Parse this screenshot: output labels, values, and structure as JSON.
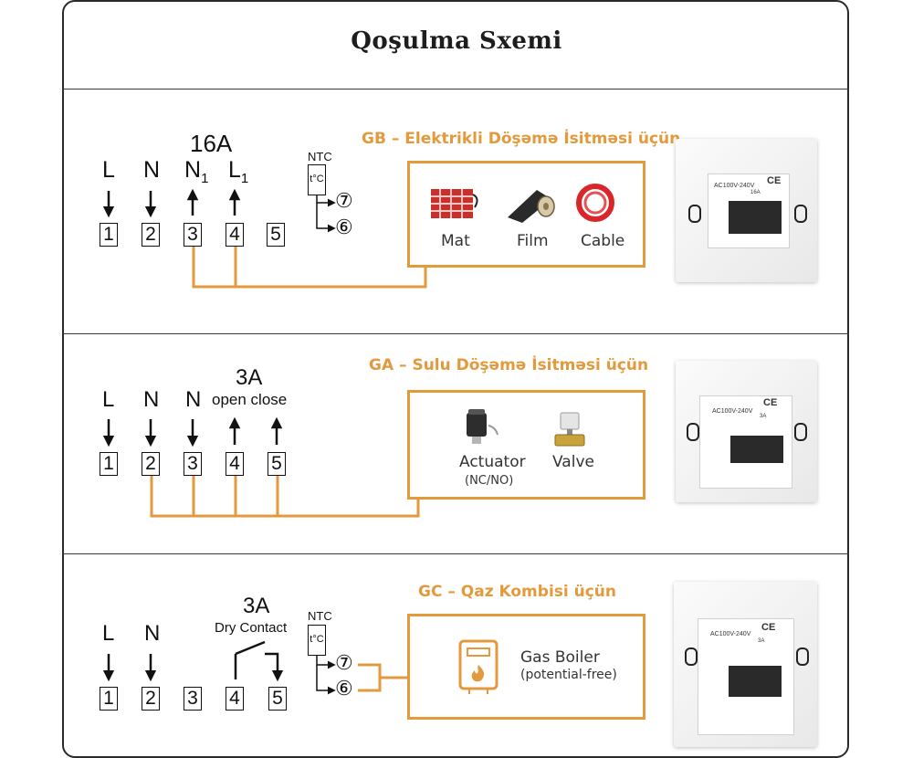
{
  "title": "Qoşulma Sxemi",
  "colors": {
    "accent": "#e39a3c",
    "line": "#111111",
    "frame": "#2a2a2a"
  },
  "gb": {
    "title": "GB – Elektrikli Döşəmə İsitməsi üçün",
    "current": "16A",
    "labels": {
      "l": "L",
      "n": "N",
      "n1": "N",
      "n1_sub": "1",
      "l1": "L",
      "l1_sub": "1"
    },
    "terminals": [
      "1",
      "2",
      "3",
      "4",
      "5"
    ],
    "ntc": {
      "label": "NTC",
      "sensor": "t°C",
      "t7": "⑦",
      "t6": "⑥"
    },
    "products": [
      "Mat",
      "Film",
      "Cable"
    ],
    "device_text": {
      "voltage": "AC100V-240V",
      "rating": "16A",
      "ce": "CE"
    }
  },
  "ga": {
    "title": "GA – Sulu Döşəmə İsitməsi üçün",
    "current": "3A",
    "labels": {
      "l": "L",
      "n": "N",
      "n2": "N",
      "open_close": "open close"
    },
    "terminals": [
      "1",
      "2",
      "3",
      "4",
      "5"
    ],
    "products": {
      "actuator": "Actuator",
      "actuator_sub": "(NC/NO)",
      "valve": "Valve"
    },
    "device_text": {
      "voltage": "AC100V-240V",
      "rating": "3A",
      "ce": "CE"
    }
  },
  "gc": {
    "title": "GC – Qaz Kombisi üçün",
    "current": "3A",
    "contact": "Dry Contact",
    "labels": {
      "l": "L",
      "n": "N"
    },
    "terminals": [
      "1",
      "2",
      "3",
      "4",
      "5"
    ],
    "ntc": {
      "label": "NTC",
      "sensor": "t°C",
      "t7": "⑦",
      "t6": "⑥"
    },
    "product": {
      "name": "Gas Boiler",
      "sub": "(potential-free)"
    },
    "device_text": {
      "voltage": "AC100V-240V",
      "rating": "3A",
      "ce": "CE"
    }
  }
}
